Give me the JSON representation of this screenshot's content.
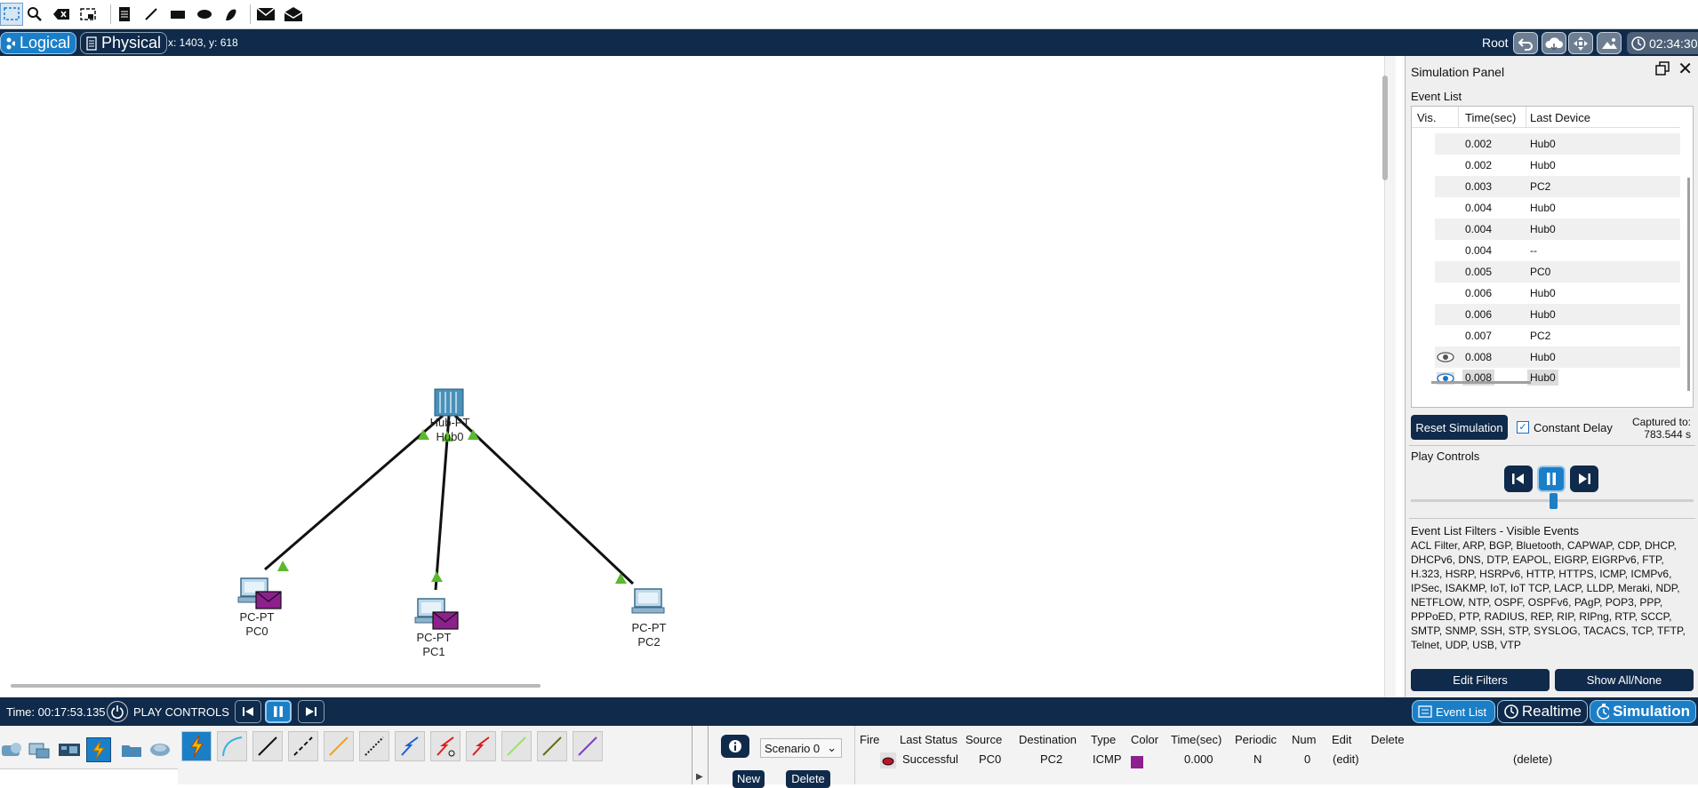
{
  "toolbar": {
    "tools": [
      "select-tool",
      "inspect-tool",
      "delete-tool",
      "resize-tool",
      "note-tool",
      "line-draw-tool",
      "rectangle-draw-tool",
      "ellipse-draw-tool",
      "freeform-draw-tool",
      "add-simple-pdu",
      "add-complex-pdu"
    ]
  },
  "modebar": {
    "logical_label": "Logical",
    "physical_label": "Physical",
    "coords": "x: 1403, y: 618",
    "root_label": "Root",
    "clock": "02:34:30"
  },
  "topology": {
    "devices": [
      {
        "id": "hub0",
        "type": "Hub-PT",
        "name": "Hub0"
      },
      {
        "id": "pc0",
        "type": "PC-PT",
        "name": "PC0",
        "envelope": true
      },
      {
        "id": "pc1",
        "type": "PC-PT",
        "name": "PC1",
        "envelope": true
      },
      {
        "id": "pc2",
        "type": "PC-PT",
        "name": "PC2",
        "envelope": false
      }
    ],
    "links": [
      [
        "hub0",
        "pc0"
      ],
      [
        "hub0",
        "pc1"
      ],
      [
        "hub0",
        "pc2"
      ]
    ],
    "link_status_color": "#5cb82e",
    "envelope_color": "#8e1f8e"
  },
  "simulation_panel": {
    "title": "Simulation Panel",
    "event_list_title": "Event List",
    "columns": {
      "vis": "Vis.",
      "time": "Time(sec)",
      "last_device": "Last Device"
    },
    "events": [
      {
        "time": "0.002",
        "device": "Hub0",
        "vis": false
      },
      {
        "time": "0.002",
        "device": "Hub0",
        "vis": false
      },
      {
        "time": "0.003",
        "device": "PC2",
        "vis": false
      },
      {
        "time": "0.004",
        "device": "Hub0",
        "vis": false
      },
      {
        "time": "0.004",
        "device": "Hub0",
        "vis": false
      },
      {
        "time": "0.004",
        "device": "--",
        "vis": false
      },
      {
        "time": "0.005",
        "device": "PC0",
        "vis": false
      },
      {
        "time": "0.006",
        "device": "Hub0",
        "vis": false
      },
      {
        "time": "0.006",
        "device": "Hub0",
        "vis": false
      },
      {
        "time": "0.007",
        "device": "PC2",
        "vis": false
      },
      {
        "time": "0.008",
        "device": "Hub0",
        "vis": true
      },
      {
        "time": "0.008",
        "device": "Hub0",
        "vis": true,
        "selected": true
      }
    ],
    "reset_label": "Reset Simulation",
    "constant_delay_label": "Constant Delay",
    "constant_delay_checked": true,
    "captured_line1": "Captured to:",
    "captured_line2": "783.544 s",
    "play_controls_title": "Play Controls",
    "speed_fraction": 0.5,
    "filters_title": "Event List Filters - Visible Events",
    "filters_text": "ACL Filter, ARP, BGP, Bluetooth, CAPWAP, CDP, DHCP, DHCPv6, DNS, DTP, EAPOL, EIGRP, EIGRPv6, FTP, H.323, HSRP, HSRPv6, HTTP, HTTPS, ICMP, ICMPv6, IPSec, ISAKMP, IoT, IoT TCP, LACP, LLDP, Meraki, NDP, NETFLOW, NTP, OSPF, OSPFv6, PAgP, POP3, PPP, PPPoED, PTP, RADIUS, REP, RIP, RIPng, RTP, SCCP, SMTP, SNMP, SSH, STP, SYSLOG, TACACS, TCP, TFTP, Telnet, UDP, USB, VTP",
    "edit_filters_label": "Edit Filters",
    "show_all_label": "Show All/None"
  },
  "statusbar": {
    "time": "Time: 00:17:53.135",
    "play_controls_label": "PLAY CONTROLS",
    "event_list_label": "Event List",
    "realtime_label": "Realtime",
    "simulation_label": "Simulation"
  },
  "bottom": {
    "scenario": "Scenario 0",
    "new_label": "New",
    "delete_label": "Delete",
    "pdu_columns": [
      "Fire",
      "Last Status",
      "Source",
      "Destination",
      "Type",
      "Color",
      "Time(sec)",
      "Periodic",
      "Num",
      "Edit",
      "Delete"
    ],
    "pdu_row": {
      "status": "Successful",
      "source": "PC0",
      "destination": "PC2",
      "type": "ICMP",
      "color": "#8e1f8e",
      "time": "0.000",
      "periodic": "N",
      "num": "0",
      "edit": "(edit)",
      "delete": "(delete)"
    }
  },
  "colors": {
    "navy": "#0f2a4a",
    "accent": "#1b7fc8"
  }
}
